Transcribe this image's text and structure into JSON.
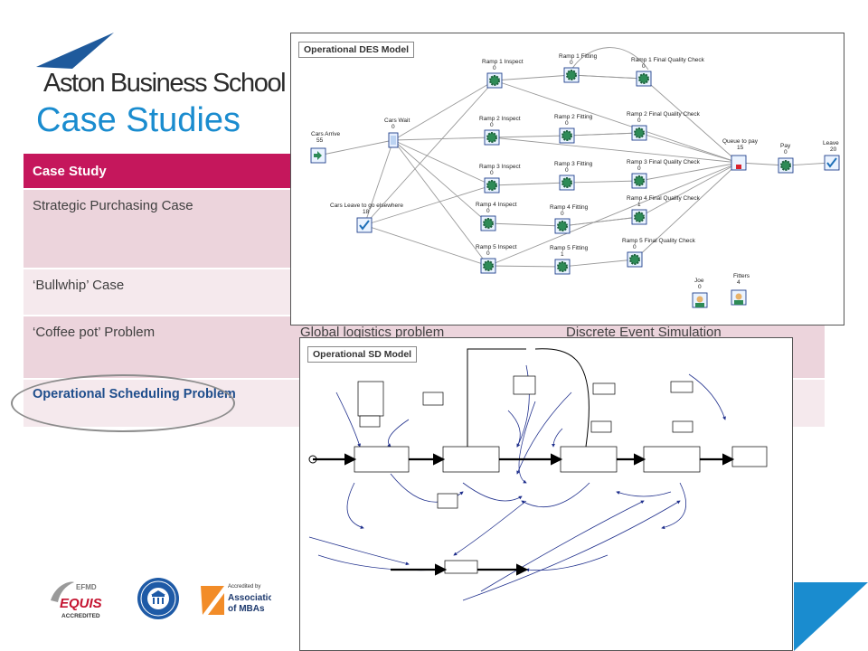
{
  "logo": {
    "name": "Aston Business School"
  },
  "title": "Case Studies",
  "table": {
    "headers": [
      "Case Study",
      "",
      ""
    ],
    "rows": [
      [
        "Strategic Purchasing Case",
        "",
        ""
      ],
      [
        "‘Bullwhip’ Case",
        "",
        ""
      ],
      [
        "‘Coffee pot’ Problem",
        "Global logistics problem",
        "Discrete Event Simulation"
      ],
      [
        "Operational Scheduling Problem",
        "",
        ""
      ]
    ]
  },
  "des_model": {
    "label": "Operational DES Model",
    "nodes": {
      "cars_arrive": {
        "label": "Cars Arrive",
        "value": "55"
      },
      "cars_wait": {
        "label": "Cars Wait",
        "value": "0"
      },
      "leave_elsewhere": {
        "label": "Cars Leave to go elsewhere",
        "value": "18"
      },
      "ramp1_inspect": {
        "label": "Ramp 1 Inspect",
        "value": "0"
      },
      "ramp2_inspect": {
        "label": "Ramp 2 Inspect",
        "value": "0"
      },
      "ramp3_inspect": {
        "label": "Ramp 3 Inspect",
        "value": "0"
      },
      "ramp4_inspect": {
        "label": "Ramp 4 Inspect",
        "value": "0"
      },
      "ramp5_inspect": {
        "label": "Ramp 5 Inspect",
        "value": "0"
      },
      "ramp1_fitting": {
        "label": "Ramp 1 Fitting",
        "value": "0"
      },
      "ramp2_fitting": {
        "label": "Ramp 2 Fitting",
        "value": "0"
      },
      "ramp3_fitting": {
        "label": "Ramp 3 Fitting",
        "value": "0"
      },
      "ramp4_fitting": {
        "label": "Ramp 4 Fitting",
        "value": "0"
      },
      "ramp5_fitting": {
        "label": "Ramp 5 Fitting",
        "value": "1"
      },
      "ramp1_qc": {
        "label": "Ramp 1 Final Quality Check",
        "value": "0"
      },
      "ramp2_qc": {
        "label": "Ramp 2 Final Quality Check",
        "value": "0"
      },
      "ramp3_qc": {
        "label": "Ramp 3 Final Quality Check",
        "value": "0"
      },
      "ramp4_qc": {
        "label": "Ramp 4 Final Quality Check",
        "value": "1"
      },
      "ramp5_qc": {
        "label": "Ramp 5 Final Quality Check",
        "value": "0"
      },
      "queue_pay": {
        "label": "Queue to pay",
        "value": "15"
      },
      "pay": {
        "label": "Pay",
        "value": "0"
      },
      "leave": {
        "label": "Leave",
        "value": "20"
      },
      "joe": {
        "label": "Joe",
        "value": "0"
      },
      "fitters": {
        "label": "Fitters",
        "value": "4"
      }
    }
  },
  "sd_model": {
    "label": "Operational SD Model"
  },
  "colors": {
    "header_bg": "#c5175c",
    "row_dark": "#ecd4dc",
    "row_light": "#f5e9ed",
    "title_blue": "#1a8ccf",
    "brand_blue": "#1f5a9c",
    "icon_green": "#2e8b57"
  },
  "footer": {
    "equis_top": "EFMD",
    "equis_main": "EQUIS",
    "equis_sub": "ACCREDITED",
    "amba_line1": "Accredited by",
    "amba_line2": "Association",
    "amba_line3": "of MBAs"
  }
}
